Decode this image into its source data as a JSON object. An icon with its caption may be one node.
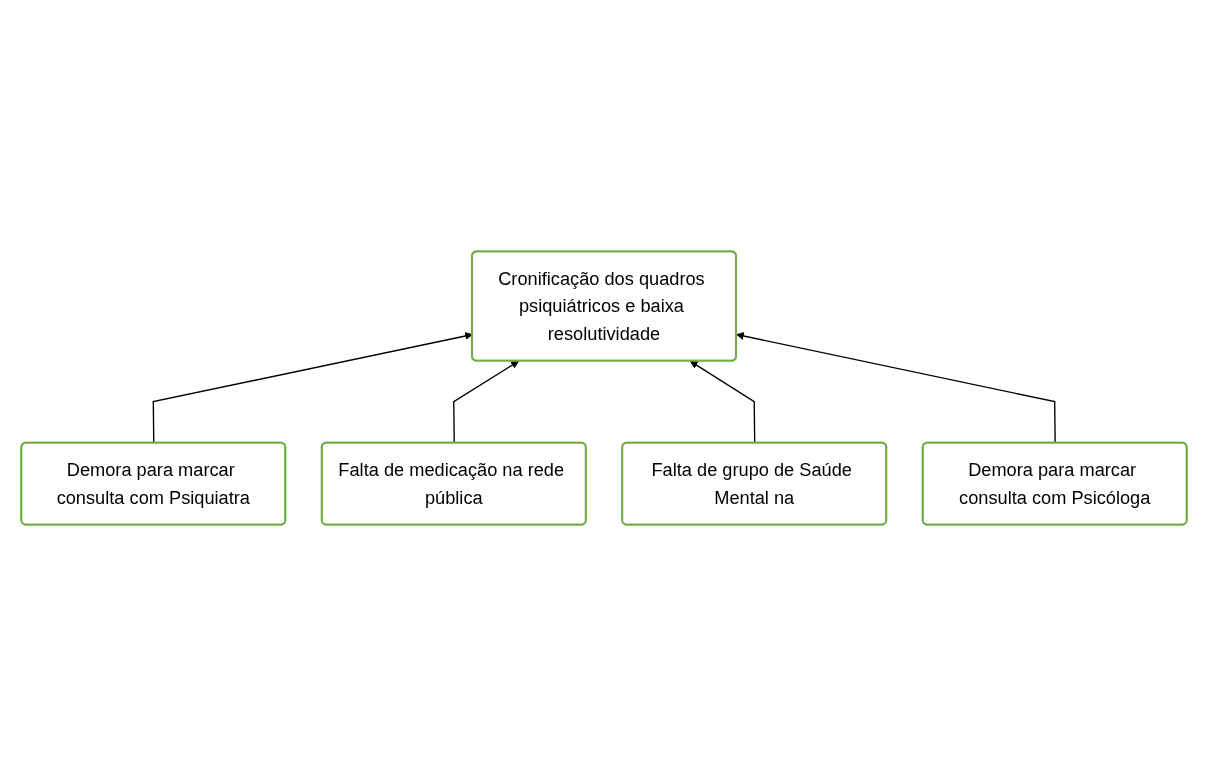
{
  "diagram": {
    "nodes": [
      {
        "text": [
          "Cronificação dos quadros psiquiátricos e baixa resolutividade"
        ]
      },
      {
        "text": [
          "Demora para marcar consulta com Psiquiatra"
        ]
      },
      {
        "text": [
          "Demora para marcar consulta com Psicóloga"
        ]
      },
      {
        "text": [
          "Falta de medicação na rede pública"
        ]
      },
      {
        "text": [
          "Falta de grupo de Saúde Mental na"
        ]
      }
    ],
    "edges": [
      {
        "from": 1,
        "to": 0,
        "arrow": "to"
      },
      {
        "from": 3,
        "to": 0,
        "arrow": "to"
      },
      {
        "from": 4,
        "to": 0,
        "arrow": "to"
      },
      {
        "from": 2,
        "to": 0,
        "arrow": "to"
      }
    ]
  }
}
